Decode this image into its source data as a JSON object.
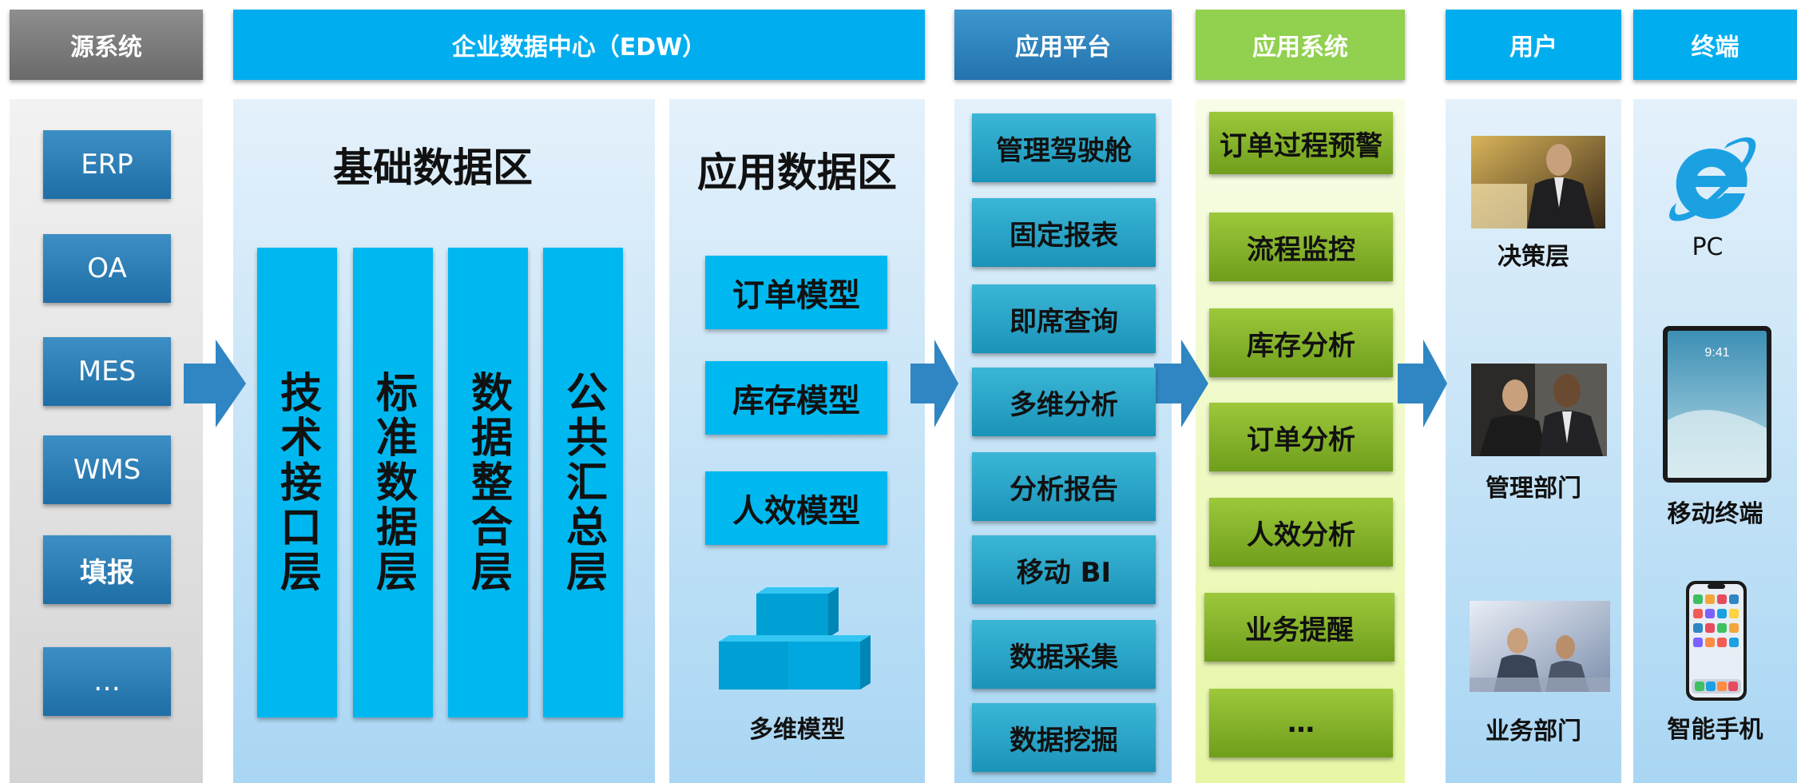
{
  "headers": {
    "source": "源系统",
    "edw": "企业数据中心（EDW）",
    "app_platform": "应用平台",
    "app_system": "应用系统",
    "users": "用户",
    "terminals": "终端"
  },
  "source_systems": [
    "ERP",
    "OA",
    "MES",
    "WMS",
    "填报",
    "…"
  ],
  "base_zone": {
    "title": "基础数据区",
    "layers": [
      "技术接口层",
      "标准数据层",
      "数据整合层",
      "公共汇总层"
    ]
  },
  "app_zone": {
    "title": "应用数据区",
    "models": [
      "订单模型",
      "库存模型",
      "人效模型"
    ],
    "cube_label": "多维模型"
  },
  "platform_items": [
    "管理驾驶舱",
    "固定报表",
    "即席查询",
    "多维分析",
    "分析报告",
    "移动 BI",
    "数据采集",
    "数据挖掘"
  ],
  "system_items": [
    "订单过程预警",
    "流程监控",
    "库存分析",
    "订单分析",
    "人效分析",
    "业务提醒",
    "…"
  ],
  "user_items": [
    "决策层",
    "管理部门",
    "业务部门"
  ],
  "terminal_items": [
    "PC",
    "移动终端",
    "智能手机"
  ],
  "tablet_time": "9:41",
  "colors": {
    "source_header": "#7a7a7a",
    "blue_header": "#00aeef",
    "platform_header": "#2f86c2",
    "system_header": "#92d050",
    "cyan_block": "#00b8f0"
  }
}
